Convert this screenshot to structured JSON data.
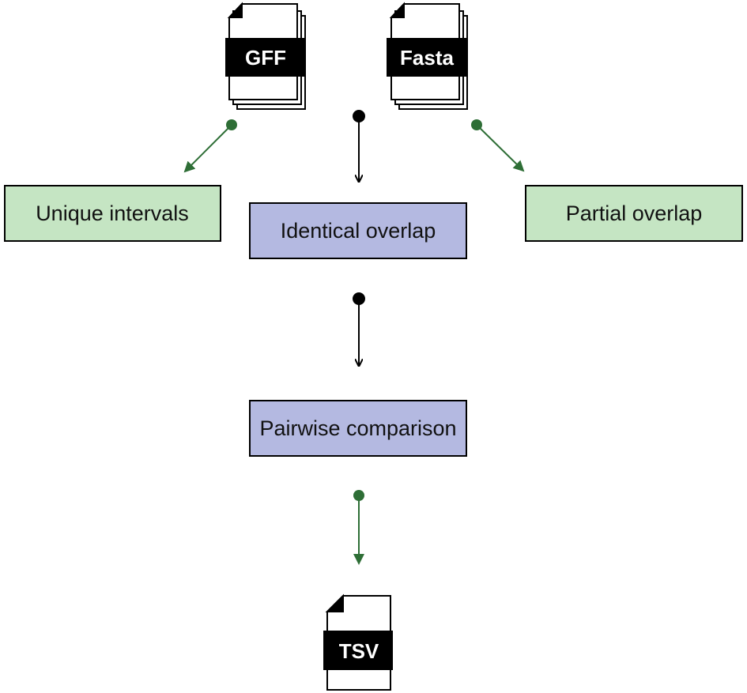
{
  "files": {
    "gff": "GFF",
    "fasta": "Fasta",
    "tsv": "TSV"
  },
  "boxes": {
    "unique_intervals": "Unique intervals",
    "identical_overlap": "Identical overlap",
    "partial_overlap": "Partial overlap",
    "pairwise_comparison": "Pairwise comparison"
  },
  "colors": {
    "green_box": "#c5e5c3",
    "blue_box": "#b4b9e1",
    "green_arrow": "#2e6e36",
    "black_arrow": "#000000"
  }
}
